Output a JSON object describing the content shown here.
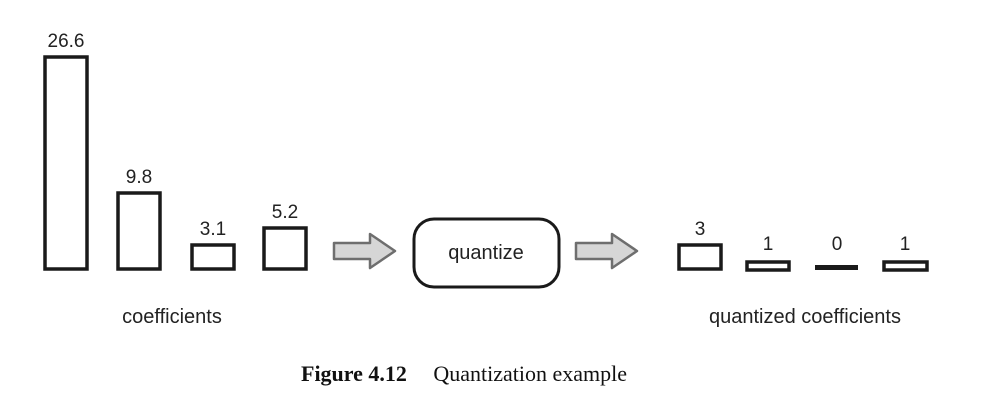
{
  "input": {
    "label": "coefficients",
    "values": [
      "26.6",
      "9.8",
      "3.1",
      "5.2"
    ]
  },
  "process": {
    "label": "quantize"
  },
  "output": {
    "label": "quantized coefficients",
    "values": [
      "3",
      "1",
      "0",
      "1"
    ]
  },
  "caption": {
    "number": "Figure 4.12",
    "text": "Quantization example"
  },
  "colors": {
    "stroke": "#1a1a1a",
    "arrow_fill": "#d6d6d6",
    "arrow_stroke": "#6e6e6e"
  }
}
